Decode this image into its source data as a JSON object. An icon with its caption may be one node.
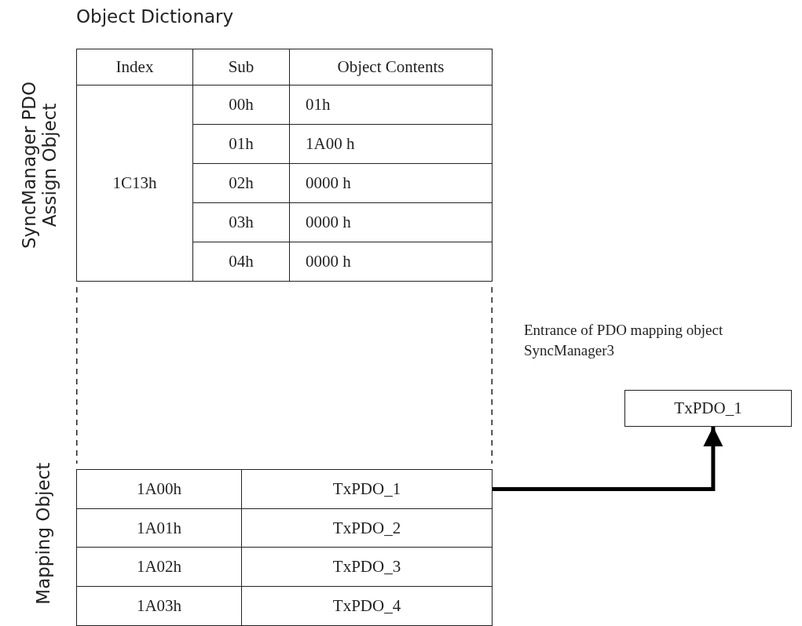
{
  "diagram": {
    "title": "Object Dictionary",
    "nodes": [
      {
        "text": [
          "TxPDO_1"
        ]
      },
      {
        "text": [
          "TxPDO_1"
        ],
        "beside": [
          "Entrance of PDO mapping object SyncManager3"
        ]
      }
    ],
    "edges": [
      {
        "from": 0,
        "to": 1,
        "arrow": "to"
      }
    ],
    "labels": [
      "SyncManager PDO Assign Object",
      "Index",
      "Sub",
      "Object Contents",
      "1C13h",
      "00h",
      "01h",
      "01h",
      "1A00 h",
      "02h",
      "0000 h",
      "03h",
      "0000 h",
      "04h",
      "0000 h",
      "Mapping Object",
      "1A00h",
      "1A01h",
      "TxPDO_2",
      "1A02h",
      "TxPDO_3",
      "1A03h",
      "TxPDO_4"
    ]
  }
}
